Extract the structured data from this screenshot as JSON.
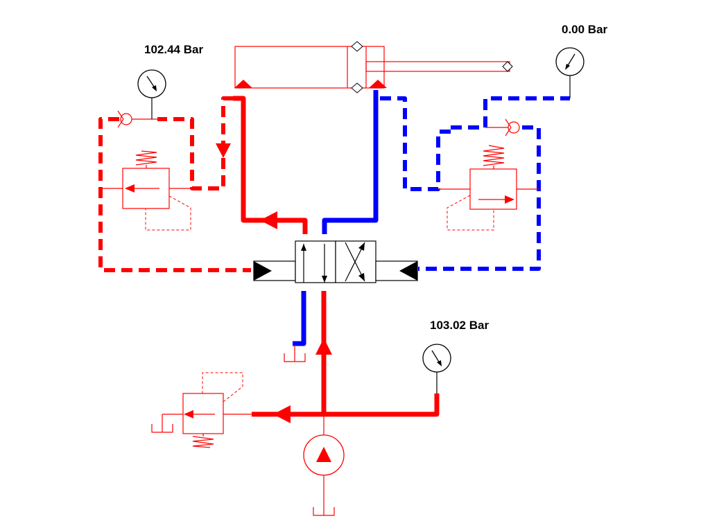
{
  "gauges": {
    "left_reading": "102.44 Bar",
    "right_reading": "0.00 Bar",
    "pump_reading": "103.02 Bar"
  },
  "colors": {
    "pressure_line": "#ff0000",
    "return_line": "#0000ff",
    "component_outline": "#ff0000",
    "valve_outline": "#000000"
  },
  "icons": {
    "pump": "pump-icon",
    "gauge": "pressure-gauge-icon",
    "tank": "tank-icon",
    "check_valve": "check-valve-icon",
    "relief_valve": "relief-valve-icon",
    "directional_valve": "directional-valve-icon",
    "cylinder": "hydraulic-cylinder-icon"
  }
}
